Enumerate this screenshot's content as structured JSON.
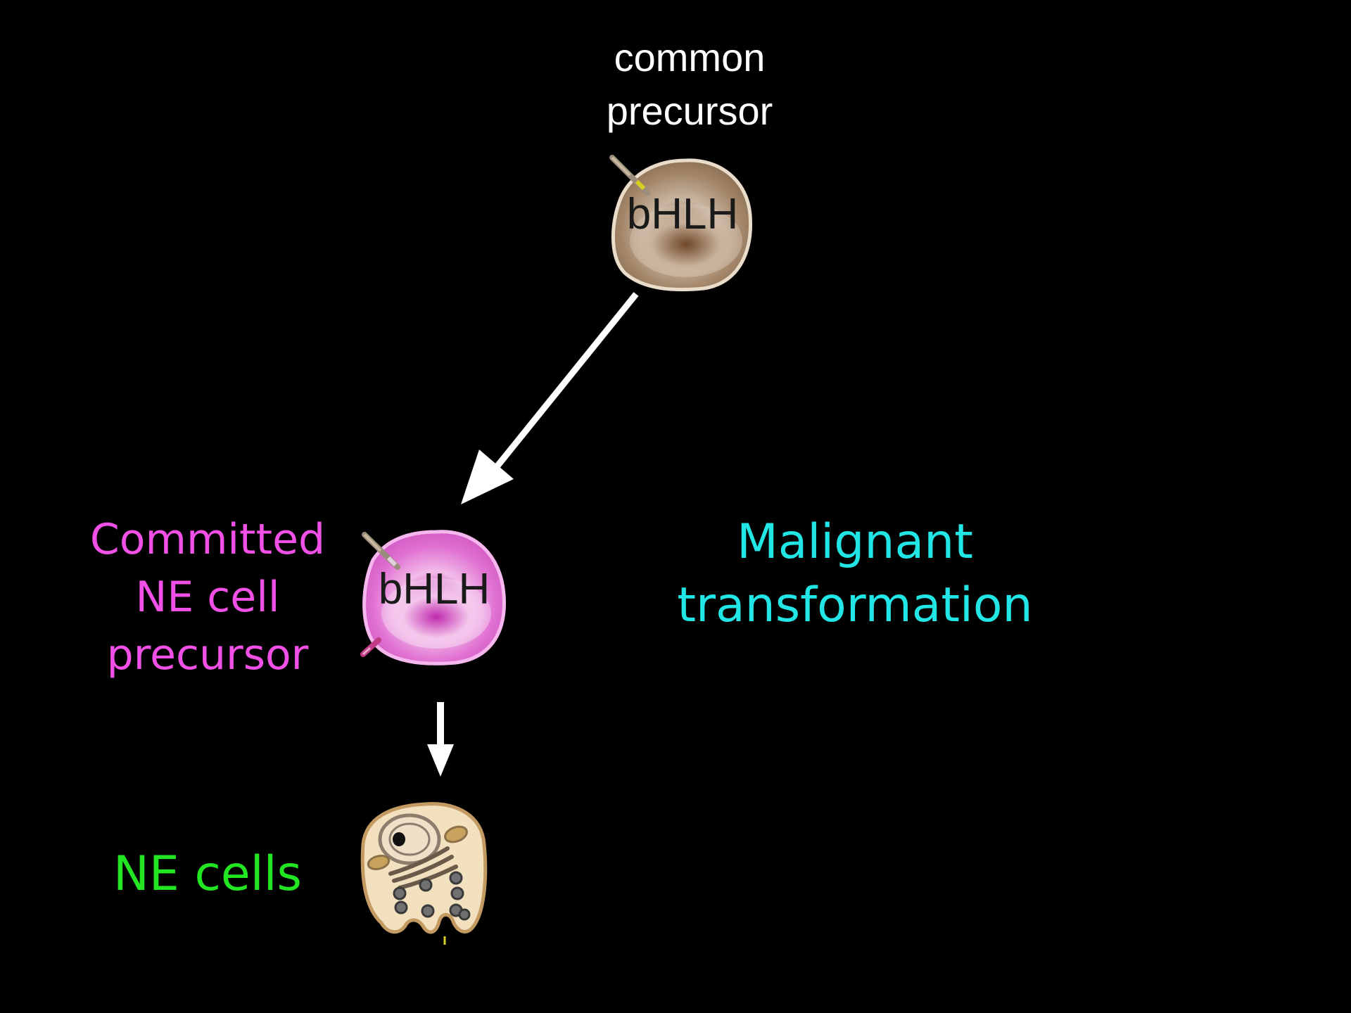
{
  "colors": {
    "background": "#000000",
    "common_precursor_label": "#ffffff",
    "committed_label": "#f050e6",
    "malignant_label": "#22e6e6",
    "ne_cells_label": "#22e622",
    "arrow": "#ffffff",
    "precursor_cell": "#a48464",
    "committed_cell": "#e26cd4",
    "ne_cell": "#f2dfbd"
  },
  "nodes": {
    "common_precursor": {
      "label_lines": [
        "common",
        "precursor"
      ],
      "cell_text": "bHLH"
    },
    "committed_precursor": {
      "label_lines": [
        "Committed",
        "NE cell",
        "precursor"
      ],
      "cell_text": "bHLH"
    },
    "ne_cells": {
      "label_lines": [
        "NE cells"
      ]
    },
    "malignant": {
      "label_lines": [
        "Malignant",
        "transformation"
      ]
    }
  },
  "icons": {
    "common_cell": "precursor-cell-icon",
    "committed_cell": "committed-cell-icon",
    "ne_cell": "neuroendocrine-cell-icon",
    "receptor": "receptor-icon"
  }
}
